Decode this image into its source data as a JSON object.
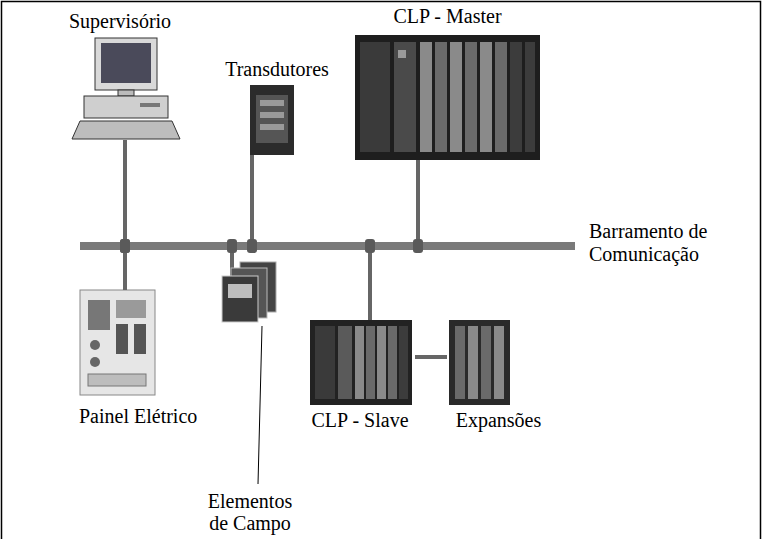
{
  "diagram": {
    "nodes": [
      {
        "text": [
          "Supervisório"
        ]
      },
      {
        "text": [
          "Transdutores"
        ]
      },
      {
        "text": [
          "CLP - Master"
        ]
      },
      {
        "text": [
          "Barramento de Comunicação"
        ]
      },
      {
        "text": [
          "Painel Elétrico"
        ]
      },
      {
        "text": [
          "Elementos de Campo"
        ]
      },
      {
        "text": [
          "CLP - Slave"
        ]
      },
      {
        "text": [
          "Expansões"
        ]
      }
    ],
    "edges": [
      {
        "from": 0,
        "to": 3,
        "arrow": "none"
      },
      {
        "from": 1,
        "to": 3,
        "arrow": "none"
      },
      {
        "from": 2,
        "to": 3,
        "arrow": "none"
      },
      {
        "from": 4,
        "to": 3,
        "arrow": "none"
      },
      {
        "from": 5,
        "to": 3,
        "arrow": "none"
      },
      {
        "from": 6,
        "to": 3,
        "arrow": "none"
      },
      {
        "from": 6,
        "to": 7,
        "arrow": "none"
      }
    ]
  }
}
